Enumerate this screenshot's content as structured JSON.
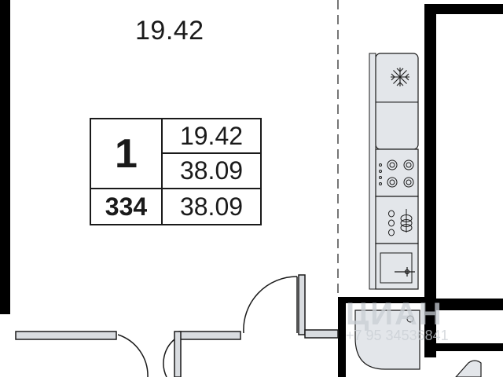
{
  "plan": {
    "room_area_label": "19.42",
    "info_table": {
      "rooms": "1",
      "living_area": "19.42",
      "total_area": "38.09",
      "apartment_number": "334",
      "area_secondary": "38.09"
    },
    "kitchen_icons": [
      "snowflake-icon",
      "hob-icon",
      "dishwasher-icon",
      "sink-icon"
    ],
    "watermark": {
      "logo": "ЦИАН",
      "phone": "+7 95 34536841"
    },
    "colors": {
      "wall": "#000000",
      "line": "#1a1a1a",
      "appliance_fill": "#e3e6ea",
      "partition_fill": "#d9dce0"
    }
  }
}
